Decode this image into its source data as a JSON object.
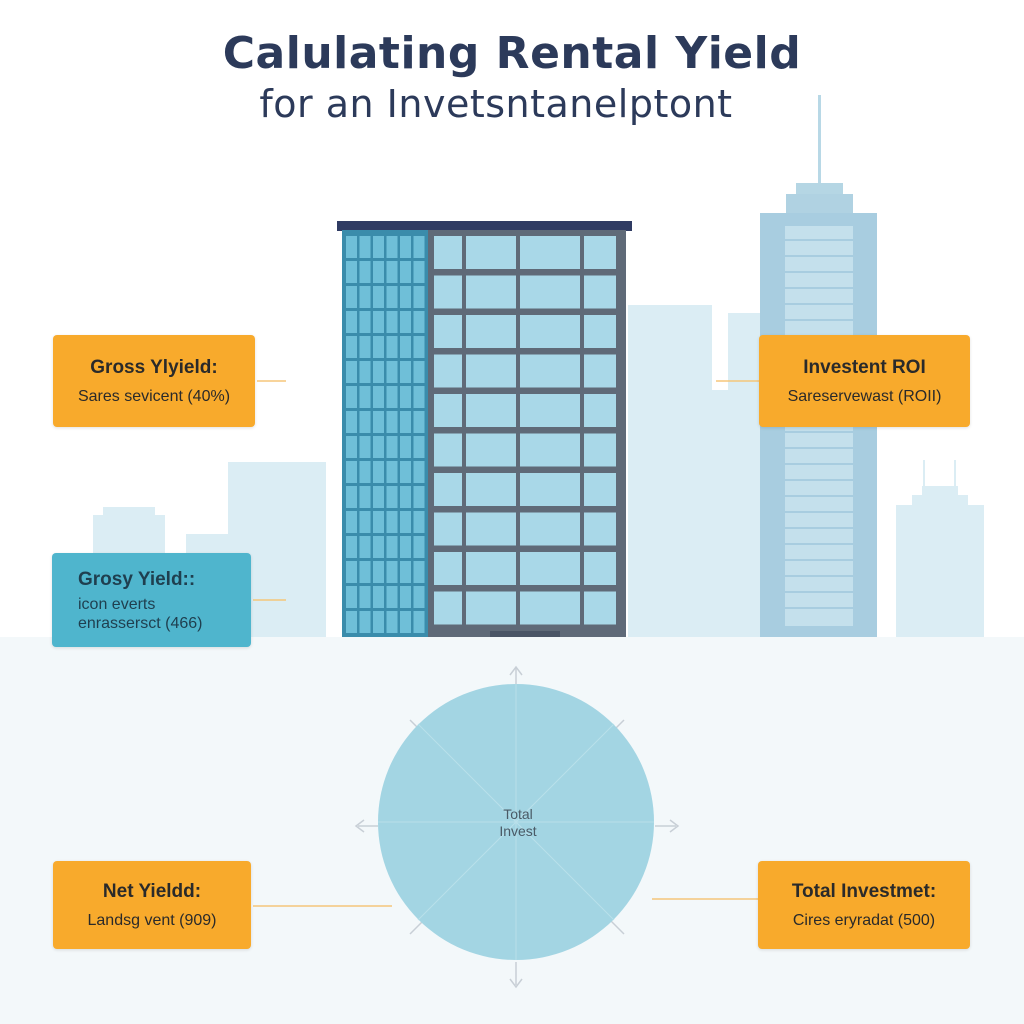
{
  "title": {
    "line1": "Calulating Rental Yield",
    "line2": "for an Invetsntanelptont"
  },
  "cards": {
    "gross_yield": {
      "title": "Gross Ylyield:",
      "text": "Sares sevicent (40%)"
    },
    "investment_roi": {
      "title": "Investent ROI",
      "text": "Sareservewast (ROII)"
    },
    "gross_yield_2": {
      "title": "Grosy Yield::",
      "text_line1": "icon everts",
      "text_line2": "enrassersct (466)"
    },
    "net_yield": {
      "title": "Net Yieldd:",
      "text": "Landsg vent (909)"
    },
    "total_investment": {
      "title": "Total Investmet:",
      "text": "Cires eryradat (500)"
    }
  },
  "circle": {
    "label_line1": "Total",
    "label_line2": "Invest"
  },
  "colors": {
    "title": "#2c3a5a",
    "card_orange": "#f8aa2c",
    "card_teal": "#4fb5cd",
    "building_dark": "#2e5f80",
    "building_glass": "#a9d8e8",
    "skyline": "#dbedf4",
    "circle": "#a3d5e3"
  }
}
